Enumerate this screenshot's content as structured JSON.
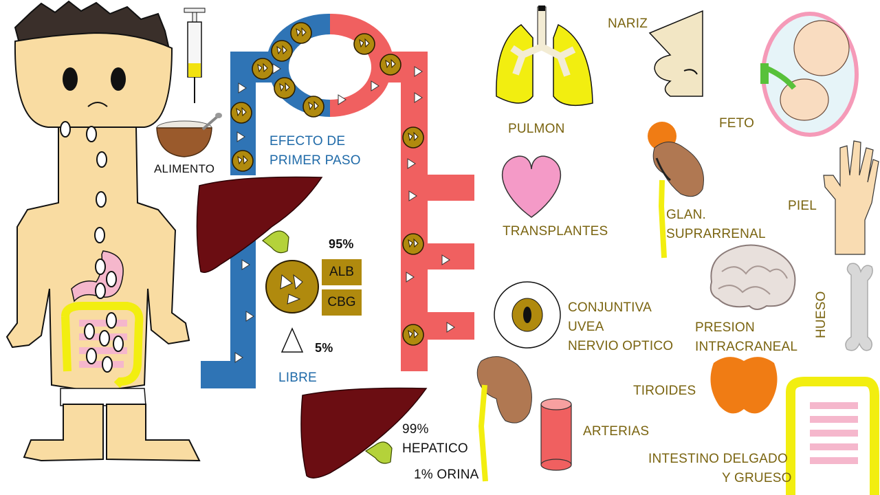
{
  "labels": {
    "alimento": "ALIMENTO",
    "efecto_line1": "EFECTO DE",
    "efecto_line2": "PRIMER PASO",
    "pct95": "95%",
    "alb": "ALB",
    "cbg": "CBG",
    "pct5": "5%",
    "libre": "LIBRE",
    "hepatico_pct": "99%",
    "hepatico": "HEPATICO",
    "orina": "1% ORINA",
    "pulmon": "PULMON",
    "nariz": "NARIZ",
    "feto": "FETO",
    "transplantes": "TRANSPLANTES",
    "glan_line1": "GLAN.",
    "glan_line2": "SUPRARRENAL",
    "piel": "PIEL",
    "conj_line1": "CONJUNTIVA",
    "conj_line2": "UVEA",
    "conj_line3": "NERVIO OPTICO",
    "presion_line1": "PRESION",
    "presion_line2": "INTRACRANEAL",
    "hueso": "HUESO",
    "tiroides": "TIROIDES",
    "arterias": "ARTERIAS",
    "intestino_line1": "INTESTINO DELGADO",
    "intestino_line2": "Y GRUESO"
  },
  "colors": {
    "venous_blue": "#2f74b5",
    "arterial_red": "#f06060",
    "label_olive": "#7a6410",
    "label_blue": "#1f6aa8",
    "protein_gold": "#b08a0e",
    "liver": "#6b0d12",
    "skin": "#f9dca2",
    "lung_yellow": "#f2ee10",
    "heart_pink": "#f49ac7"
  }
}
